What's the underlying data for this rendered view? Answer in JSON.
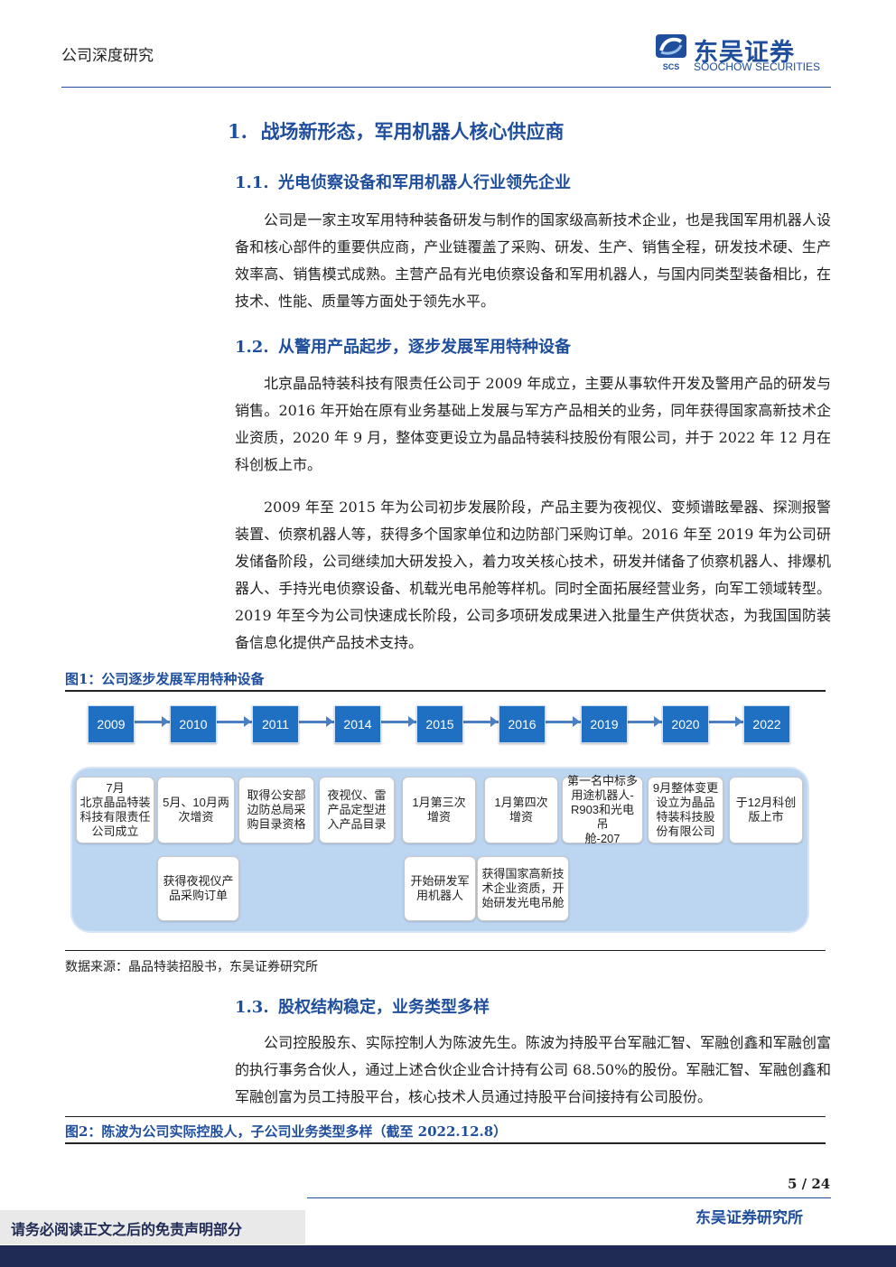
{
  "header": {
    "report_type": "公司深度研究",
    "logo_cn": "东吴证券",
    "logo_en": "SOOCHOW SECURITIES",
    "logo_mark_text": "SCS"
  },
  "section1": {
    "num": "1.",
    "title": "战场新形态，军用机器人核心供应商"
  },
  "section1_1": {
    "num": "1.1.",
    "title": "光电侦察设备和军用机器人行业领先企业",
    "para": "公司是一家主攻军用特种装备研发与制作的国家级高新技术企业，也是我国军用机器人设备和核心部件的重要供应商，产业链覆盖了采购、研发、生产、销售全程，研发技术硬、生产效率高、销售模式成熟。主营产品有光电侦察设备和军用机器人，与国内同类型装备相比，在技术、性能、质量等方面处于领先水平。"
  },
  "section1_2": {
    "num": "1.2.",
    "title": "从警用产品起步，逐步发展军用特种设备",
    "para1": "北京晶品特装科技有限责任公司于 2009 年成立，主要从事软件开发及警用产品的研发与销售。2016 年开始在原有业务基础上发展与军方产品相关的业务，同年获得国家高新技术企业资质，2020 年 9 月，整体变更设立为晶品特装科技股份有限公司，并于 2022 年 12 月在科创板上市。",
    "para2": "2009 年至 2015 年为公司初步发展阶段，产品主要为夜视仪、变频谱眩晕器、探测报警装置、侦察机器人等，获得多个国家单位和边防部门采购订单。2016 年至 2019 年为公司研发储备阶段，公司继续加大研发投入，着力攻关核心技术，研发并储备了侦察机器人、排爆机器人、手持光电侦察设备、机载光电吊舱等样机。同时全面拓展经营业务，向军工领域转型。2019 年至今为公司快速成长阶段，公司多项研发成果进入批量生产供货状态，为我国国防装备信息化提供产品技术支持。"
  },
  "figure1": {
    "caption": "图1：公司逐步发展军用特种设备",
    "years": [
      "2009",
      "2010",
      "2011",
      "2014",
      "2015",
      "2016",
      "2019",
      "2020",
      "2022"
    ],
    "events_row1": [
      "7月\n北京晶品特装\n科技有限责任\n公司成立",
      "5月、10月两\n次增资",
      "取得公安部\n边防总局采\n购目录资格",
      "夜视仪、雷\n产品定型进\n入产品目录",
      "1月第三次\n增资",
      "1月第四次\n增资",
      "第一名中标多\n用途机器人-\nR903和光电吊\n舱-207",
      "9月整体变更\n设立为晶品\n特装科技股\n份有限公司",
      "于12月科创\n版上市"
    ],
    "events_row2": [
      "获得夜视仪产\n品采购订单",
      "开始研发军\n用机器人",
      "获得国家高新技\n术企业资质，开\n始研发光电吊舱"
    ],
    "source": "数据来源：晶品特装招股书，东吴证券研究所"
  },
  "section1_3": {
    "num": "1.3.",
    "title": "股权结构稳定，业务类型多样",
    "para": "公司控股股东、实际控制人为陈波先生。陈波为持股平台军融汇智、军融创鑫和军融创富的执行事务合伙人，通过上述合伙企业合计持有公司 68.50%的股份。军融汇智、军融创鑫和军融创富为员工持股平台，核心技术人员通过持股平台间接持有公司股份。"
  },
  "figure2": {
    "caption": "图2：陈波为公司实际控股人，子公司业务类型多样（截至 2022.12.8）"
  },
  "footer": {
    "page": "5 / 24",
    "brand": "东吴证券研究所",
    "disclaimer": "请务必阅读正文之后的免责声明部分"
  },
  "colors": {
    "brand_blue": "#1f4e9c",
    "timeline_blue": "#1f6fc2",
    "panel_blue": "#bcd5f1",
    "footer_navy": "#1f2a55"
  }
}
